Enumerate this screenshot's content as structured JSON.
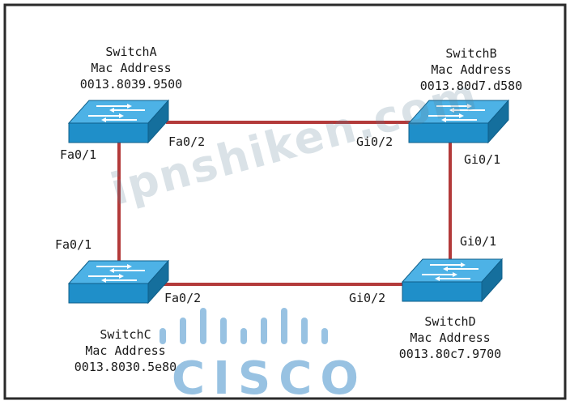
{
  "switches": {
    "a": {
      "name": "SwitchA",
      "mac_title": "Mac Address",
      "mac": "0013.8039.9500"
    },
    "b": {
      "name": "SwitchB",
      "mac_title": "Mac Address",
      "mac": "0013.80d7.d580"
    },
    "c": {
      "name": "SwitchC",
      "mac_title": "Mac Address",
      "mac": "0013.8030.5e80"
    },
    "d": {
      "name": "SwitchD",
      "mac_title": "Mac Address",
      "mac": "0013.80c7.9700"
    }
  },
  "ports": {
    "a_left": "Fa0/1",
    "a_right": "Fa0/2",
    "b_left": "Gi0/2",
    "b_bottom": "Gi0/1",
    "c_top": "Fa0/1",
    "c_right": "Fa0/2",
    "d_top": "Gi0/1",
    "d_left": "Gi0/2"
  },
  "watermark": "ipnshiken.com",
  "logo_text": "CISCO",
  "colors": {
    "link": "#b33a3a",
    "switch_top": "#4db2e6",
    "switch_front": "#1f8fc9",
    "switch_side": "#156f9d",
    "logo": "#7fb4dc"
  }
}
